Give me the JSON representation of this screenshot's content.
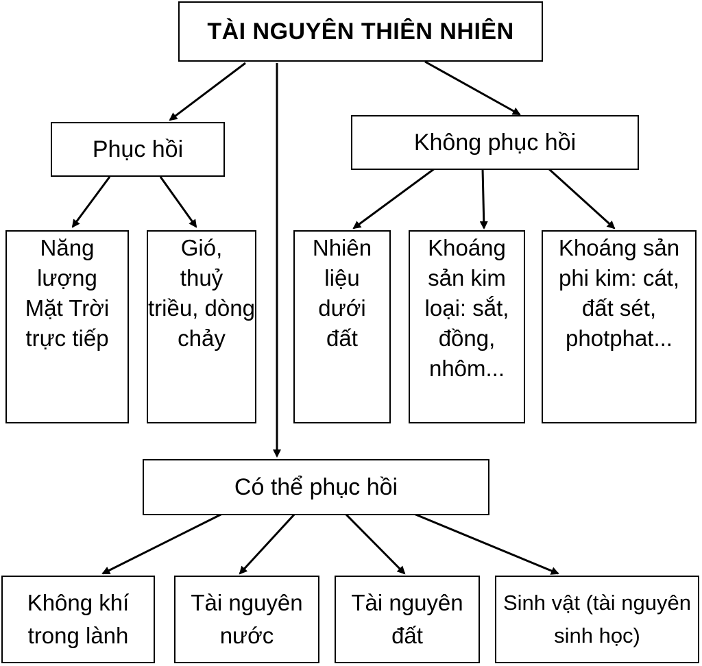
{
  "root": {
    "label": "TÀI NGUYÊN THIÊN NHIÊN"
  },
  "categories": {
    "renewable": "Phục hồi",
    "non_renewable": "Không phục hồi",
    "can_renew": "Có thể phục hồi"
  },
  "renewable_children": [
    {
      "lines": [
        "Năng",
        "lượng",
        "Mặt Trời",
        "trực tiếp"
      ]
    },
    {
      "lines": [
        "Gió,",
        "thuỷ",
        "triều, dòng",
        "chảy"
      ]
    }
  ],
  "non_renewable_children": [
    {
      "lines": [
        "Nhiên",
        "liệu",
        "dưới",
        "đất"
      ]
    },
    {
      "lines": [
        "Khoáng",
        "sản kim",
        "loại: sắt,",
        "đồng,",
        "nhôm..."
      ]
    },
    {
      "lines": [
        "Khoáng sản",
        "phi kim: cát,",
        "đất sét,",
        "photphat..."
      ]
    }
  ],
  "can_renew_children": [
    {
      "lines": [
        "Không khí",
        "trong lành"
      ]
    },
    {
      "lines": [
        "Tài nguyên",
        "nước"
      ]
    },
    {
      "lines": [
        "Tài nguyên",
        "đất"
      ]
    },
    {
      "lines": [
        "Sinh vật (tài nguyên",
        "sinh học)"
      ]
    }
  ]
}
